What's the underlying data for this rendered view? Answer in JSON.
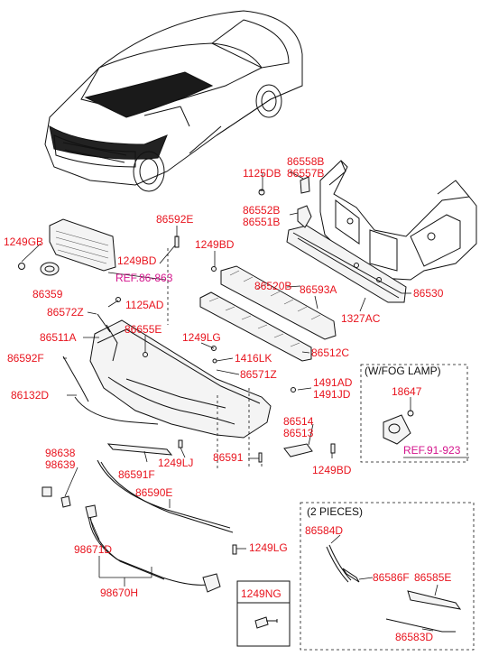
{
  "callouts": [
    {
      "id": "p1125DB",
      "text": "1125DB"
    },
    {
      "id": "p86558B",
      "text": "86558B"
    },
    {
      "id": "p86557B",
      "text": "86557B"
    },
    {
      "id": "p86552B",
      "text": "86552B"
    },
    {
      "id": "p86551B",
      "text": "86551B"
    },
    {
      "id": "p86592E",
      "text": "86592E"
    },
    {
      "id": "p1249GB",
      "text": "1249GB"
    },
    {
      "id": "p1249BD_a",
      "text": "1249BD"
    },
    {
      "id": "p1249BD_b",
      "text": "1249BD"
    },
    {
      "id": "p86359",
      "text": "86359"
    },
    {
      "id": "p86520B",
      "text": "86520B"
    },
    {
      "id": "p86593A",
      "text": "86593A"
    },
    {
      "id": "p86530",
      "text": "86530"
    },
    {
      "id": "p1125AD",
      "text": "1125AD"
    },
    {
      "id": "p86572Z",
      "text": "86572Z"
    },
    {
      "id": "p1327AC",
      "text": "1327AC"
    },
    {
      "id": "p86511A",
      "text": "86511A"
    },
    {
      "id": "p86655E",
      "text": "86655E"
    },
    {
      "id": "p86512C",
      "text": "86512C"
    },
    {
      "id": "p1249LG_a",
      "text": "1249LG"
    },
    {
      "id": "p86592F",
      "text": "86592F"
    },
    {
      "id": "p1416LK",
      "text": "1416LK"
    },
    {
      "id": "p86571Z",
      "text": "86571Z"
    },
    {
      "id": "p1491AD",
      "text": "1491AD"
    },
    {
      "id": "p1491JD",
      "text": "1491JD"
    },
    {
      "id": "p86132D",
      "text": "86132D"
    },
    {
      "id": "p86514",
      "text": "86514"
    },
    {
      "id": "p86513",
      "text": "86513"
    },
    {
      "id": "p18647",
      "text": "18647"
    },
    {
      "id": "p98638",
      "text": "98638"
    },
    {
      "id": "p98639",
      "text": "98639"
    },
    {
      "id": "p86591",
      "text": "86591"
    },
    {
      "id": "p1249BD_c",
      "text": "1249BD"
    },
    {
      "id": "p1249LJ",
      "text": "1249LJ"
    },
    {
      "id": "p86591F",
      "text": "86591F"
    },
    {
      "id": "p86590E",
      "text": "86590E"
    },
    {
      "id": "p98671D",
      "text": "98671D"
    },
    {
      "id": "p98670H",
      "text": "98670H"
    },
    {
      "id": "p1249LG_b",
      "text": "1249LG"
    },
    {
      "id": "p86584D",
      "text": "86584D"
    },
    {
      "id": "p86586F",
      "text": "86586F"
    },
    {
      "id": "p86585E",
      "text": "86585E"
    },
    {
      "id": "p86583D",
      "text": "86583D"
    },
    {
      "id": "p1249NG",
      "text": "1249NG"
    }
  ],
  "refs": {
    "ref_grille": "REF.86-863",
    "ref_foglamp": "REF.91-923"
  },
  "notes": {
    "fog_lamp_box": "(W/FOG LAMP)",
    "pieces_box": "(2 PIECES)"
  }
}
